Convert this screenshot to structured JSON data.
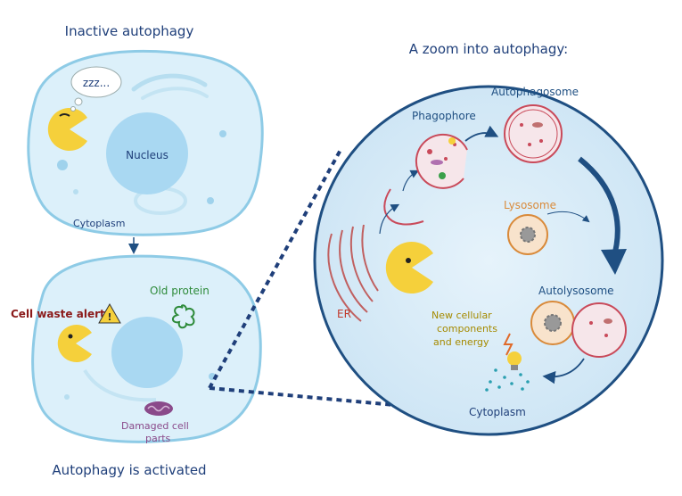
{
  "titles": {
    "inactive": "Inactive autophagy",
    "activated": "Autophagy is activated",
    "zoom": "A zoom into autophagy:"
  },
  "top_cell": {
    "sleep_text": "zzz...",
    "nucleus": "Nucleus",
    "cytoplasm": "Cytoplasm"
  },
  "bottom_cell": {
    "alert": "Cell waste alert",
    "old_protein": "Old protein",
    "damaged_line1": "Damaged cell",
    "damaged_line2": "parts"
  },
  "zoom_labels": {
    "phagophore": "Phagophore",
    "autophagosome": "Autophagosome",
    "lysosome": "Lysosome",
    "autolysosome": "Autolysosome",
    "er": "ER",
    "new_line1": "New cellular",
    "new_line2": "components",
    "new_line3": "and energy",
    "cytoplasm": "Cytoplasm"
  },
  "colors": {
    "title_blue": "#1f3f7a",
    "cell_fill": "#dcf0fa",
    "cell_stroke": "#8ecbe6",
    "nucleus_fill": "#a9d8f2",
    "pacman": "#f5d03b",
    "alert_red": "#8b1a1a",
    "protein_green": "#2e8b3a",
    "damaged_purple": "#8a4a8a",
    "new_components_gold": "#a58a00",
    "lysosome_orange": "#d98a3a",
    "autophagosome_red": "#c94a5a",
    "zoom_border": "#1f4f82"
  }
}
